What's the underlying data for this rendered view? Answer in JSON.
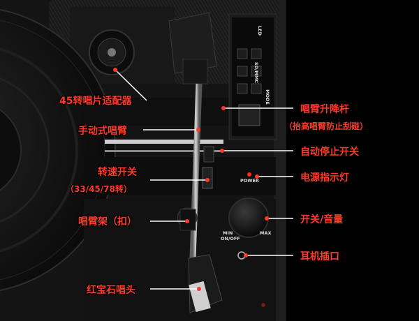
{
  "labels": {
    "adapter": "45转唱片适配器",
    "tonearm_manual": "手动式唱臂",
    "speed_switch": "转速开关",
    "speed_values": "（33/45/78转）",
    "arm_rest": "唱臂架（扣）",
    "stylus": "红宝石唱头",
    "arm_lift": "唱臂升降杆",
    "arm_lift_note": "（抬高唱臂防止刮碰）",
    "auto_stop": "自动停止开关",
    "power_led": "电源指示灯",
    "power_volume": "开关/音量",
    "headphone": "耳机插口"
  },
  "panel": {
    "power_text": "POWER",
    "min_text": "MIN",
    "on_off_text": "ON/OFF",
    "max_text": "MAX",
    "led_text": "LED",
    "sd_text": "SD/MMC",
    "mode_text": "MODE"
  },
  "colors": {
    "accent": "#ff3a2a",
    "body": "#101010",
    "panel": "#1c1c1c",
    "chrome": "#8a8a8a"
  }
}
